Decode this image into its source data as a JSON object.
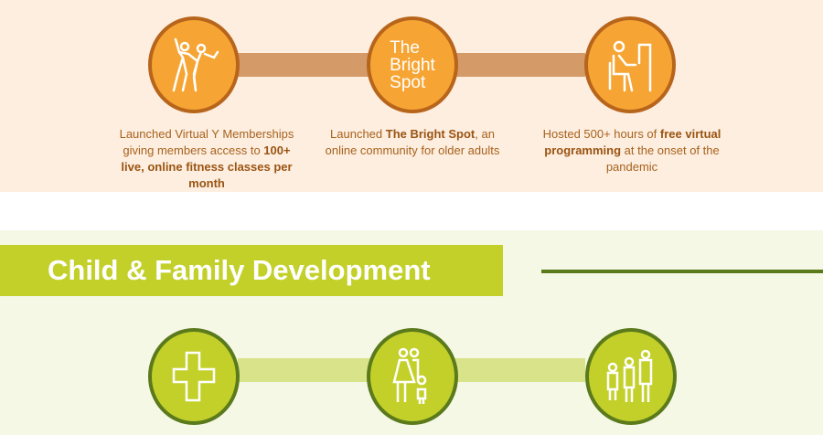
{
  "wellness": {
    "items": [
      {
        "icon": "dancing-people-icon",
        "pre": "Launched Virtual Y Memberships giving members access to ",
        "bold": "100+ live, online fitness classes per month",
        "post": ""
      },
      {
        "logo_lines": [
          "The",
          "Bright",
          "Spot"
        ],
        "pre": "Launched ",
        "bold": "The Bright Spot",
        "post": ", an online community for older adults"
      },
      {
        "icon": "person-at-computer-icon",
        "pre": "Hosted 500+ hours of ",
        "bold": "free virtual programming",
        "post": " at the onset of the pandemic"
      }
    ]
  },
  "child_family": {
    "title": "Child & Family Development",
    "items": [
      {
        "icon": "health-cross-icon"
      },
      {
        "icon": "family-icon"
      },
      {
        "icon": "children-icon"
      }
    ]
  },
  "colors": {
    "orange": "#f6a534",
    "orange_dark": "#b8651c",
    "green": "#c3d02a",
    "green_dark": "#5b7a1c"
  }
}
